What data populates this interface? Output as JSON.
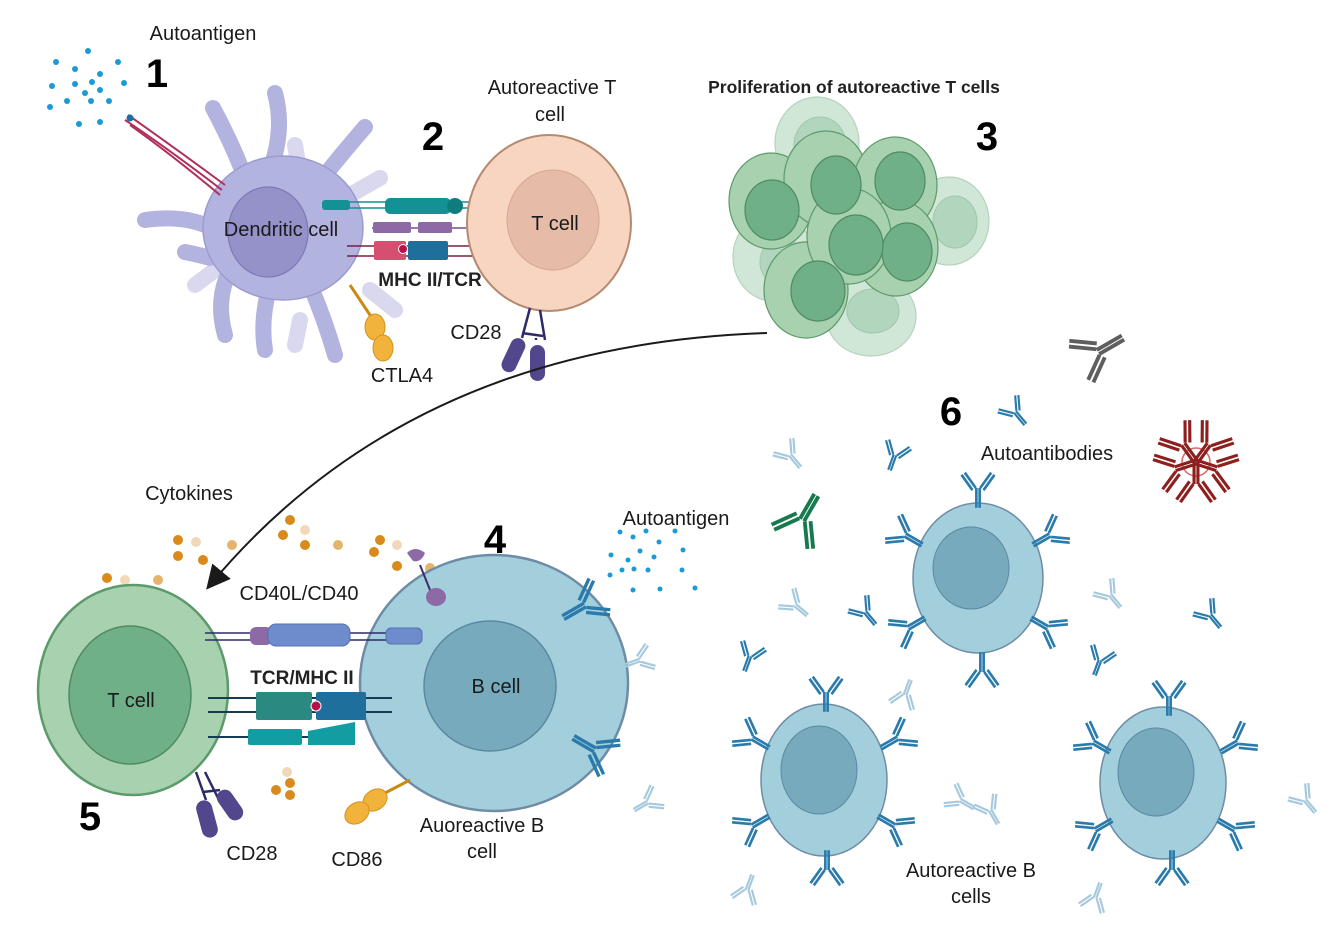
{
  "diagram": {
    "steps": [
      "1",
      "2",
      "3",
      "4",
      "5",
      "6"
    ],
    "labels": {
      "autoantigen_top": "Autoantigen",
      "dendritic_cell": "Dendritic cell",
      "autoreactive_t_line1": "Autoreactive T",
      "autoreactive_t_line2": "cell",
      "t_cell_top": "T cell",
      "mhc_tcr": "MHC II/TCR",
      "cd28_top": "CD28",
      "ctla4": "CTLA4",
      "proliferation": "Proliferation of autoreactive T cells",
      "cytokines": "Cytokines",
      "autoantigen_mid": "Autoantigen",
      "cd40l_cd40": "CD40L/CD40",
      "tcr_mhc": "TCR/MHC II",
      "t_cell_bottom": "T cell",
      "b_cell": "B cell",
      "cd28_bottom": "CD28",
      "cd86": "CD86",
      "auoreactive_b_line1": "Auoreactive B",
      "auoreactive_b_line2": "cell",
      "autoantibodies": "Autoantibodies",
      "autoreactive_b_cells_line1": "Autoreactive B",
      "autoreactive_b_cells_line2": "cells"
    },
    "colors": {
      "dendritic": "#b3b3e0",
      "dendritic_nucleus": "#9492c8",
      "t_cell_top": "#f8d5c1",
      "t_cell_top_nucleus": "#e6bba8",
      "t_cell_green": "#a8d1b0",
      "t_cell_green_nucleus": "#6fb088",
      "b_cell": "#a3cfdc",
      "b_cell_nucleus": "#78aabd",
      "antigen_dot": "#1a9ad6",
      "cytokine": "#d98a1a",
      "antibody_blue": "#2a7bab",
      "antibody_light": "#a6c9dd",
      "antibody_gray": "#5e5e5e",
      "antibody_green": "#177a4e",
      "antibody_red": "#8e1f1f",
      "ctla4": "#f2b33c",
      "cd28": "#52468c"
    }
  }
}
